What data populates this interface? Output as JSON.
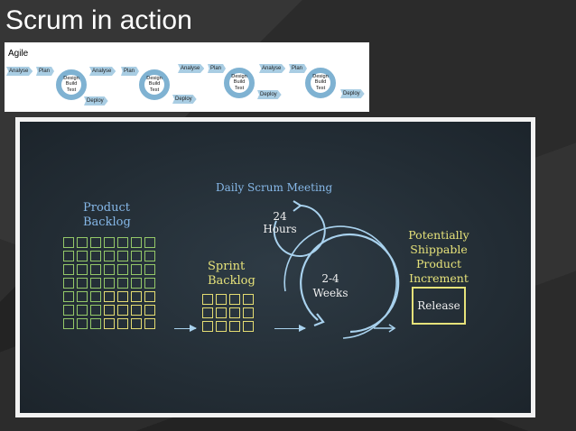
{
  "slide": {
    "title": "Scrum in action",
    "colors": {
      "background": "#2b2b2b",
      "chalk_blue": "#86b8e8",
      "chalk_green": "#9cd26a",
      "chalk_yellow": "#e6e27a",
      "agile_blue": "#7fb2d2"
    }
  },
  "agile": {
    "label": "Agile",
    "units": [
      {
        "analyse": "Analyse",
        "plan": "Plan",
        "cycle": [
          "Design",
          "Build",
          "Test"
        ],
        "deploy": "Deploy"
      },
      {
        "analyse": "Analyse",
        "plan": "Plan",
        "cycle": [
          "Design",
          "Build",
          "Test"
        ],
        "deploy": "Deploy"
      },
      {
        "analyse": "Analyse",
        "plan": "Plan",
        "cycle": [
          "Design",
          "Build",
          "Test"
        ],
        "deploy": "Deploy"
      },
      {
        "analyse": "Analyse",
        "plan": "Plan",
        "cycle": [
          "Design",
          "Build",
          "Test"
        ],
        "deploy": "Deploy"
      }
    ]
  },
  "board": {
    "product_backlog": [
      "Product",
      "Backlog"
    ],
    "sprint_backlog": [
      "Sprint",
      "Backlog"
    ],
    "daily_meeting": "Daily Scrum Meeting",
    "hours": [
      "24",
      "Hours"
    ],
    "weeks": [
      "2-4",
      "Weeks"
    ],
    "increment": [
      "Potentially",
      "Shippable",
      "Product",
      "Increment"
    ],
    "release": "Release"
  }
}
